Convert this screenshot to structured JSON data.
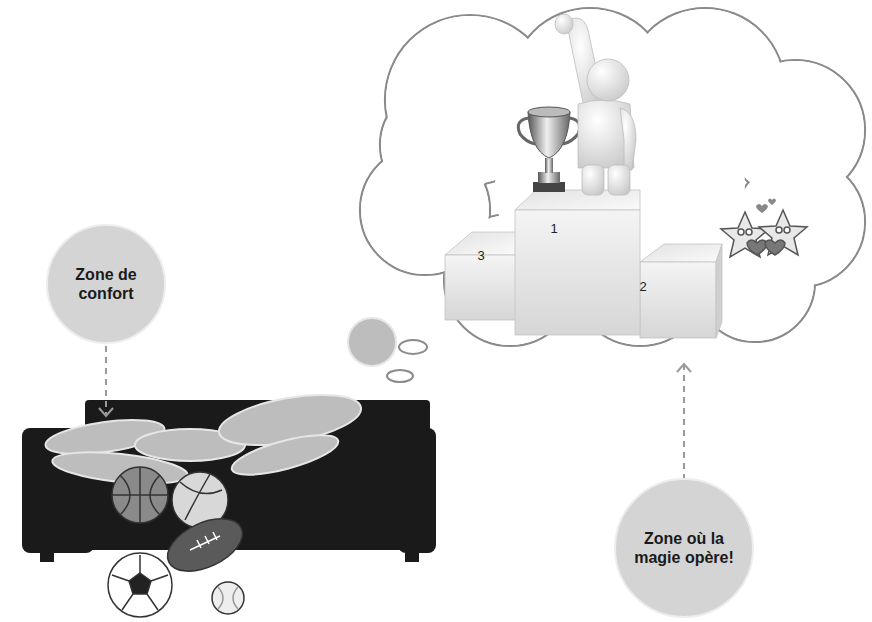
{
  "diagram": {
    "nodes": [
      {
        "text": [
          "Zone de confort"
        ]
      },
      {
        "text": [
          "Zone où la magie opère!"
        ]
      }
    ],
    "labels": [
      "3",
      "1",
      "2"
    ]
  }
}
